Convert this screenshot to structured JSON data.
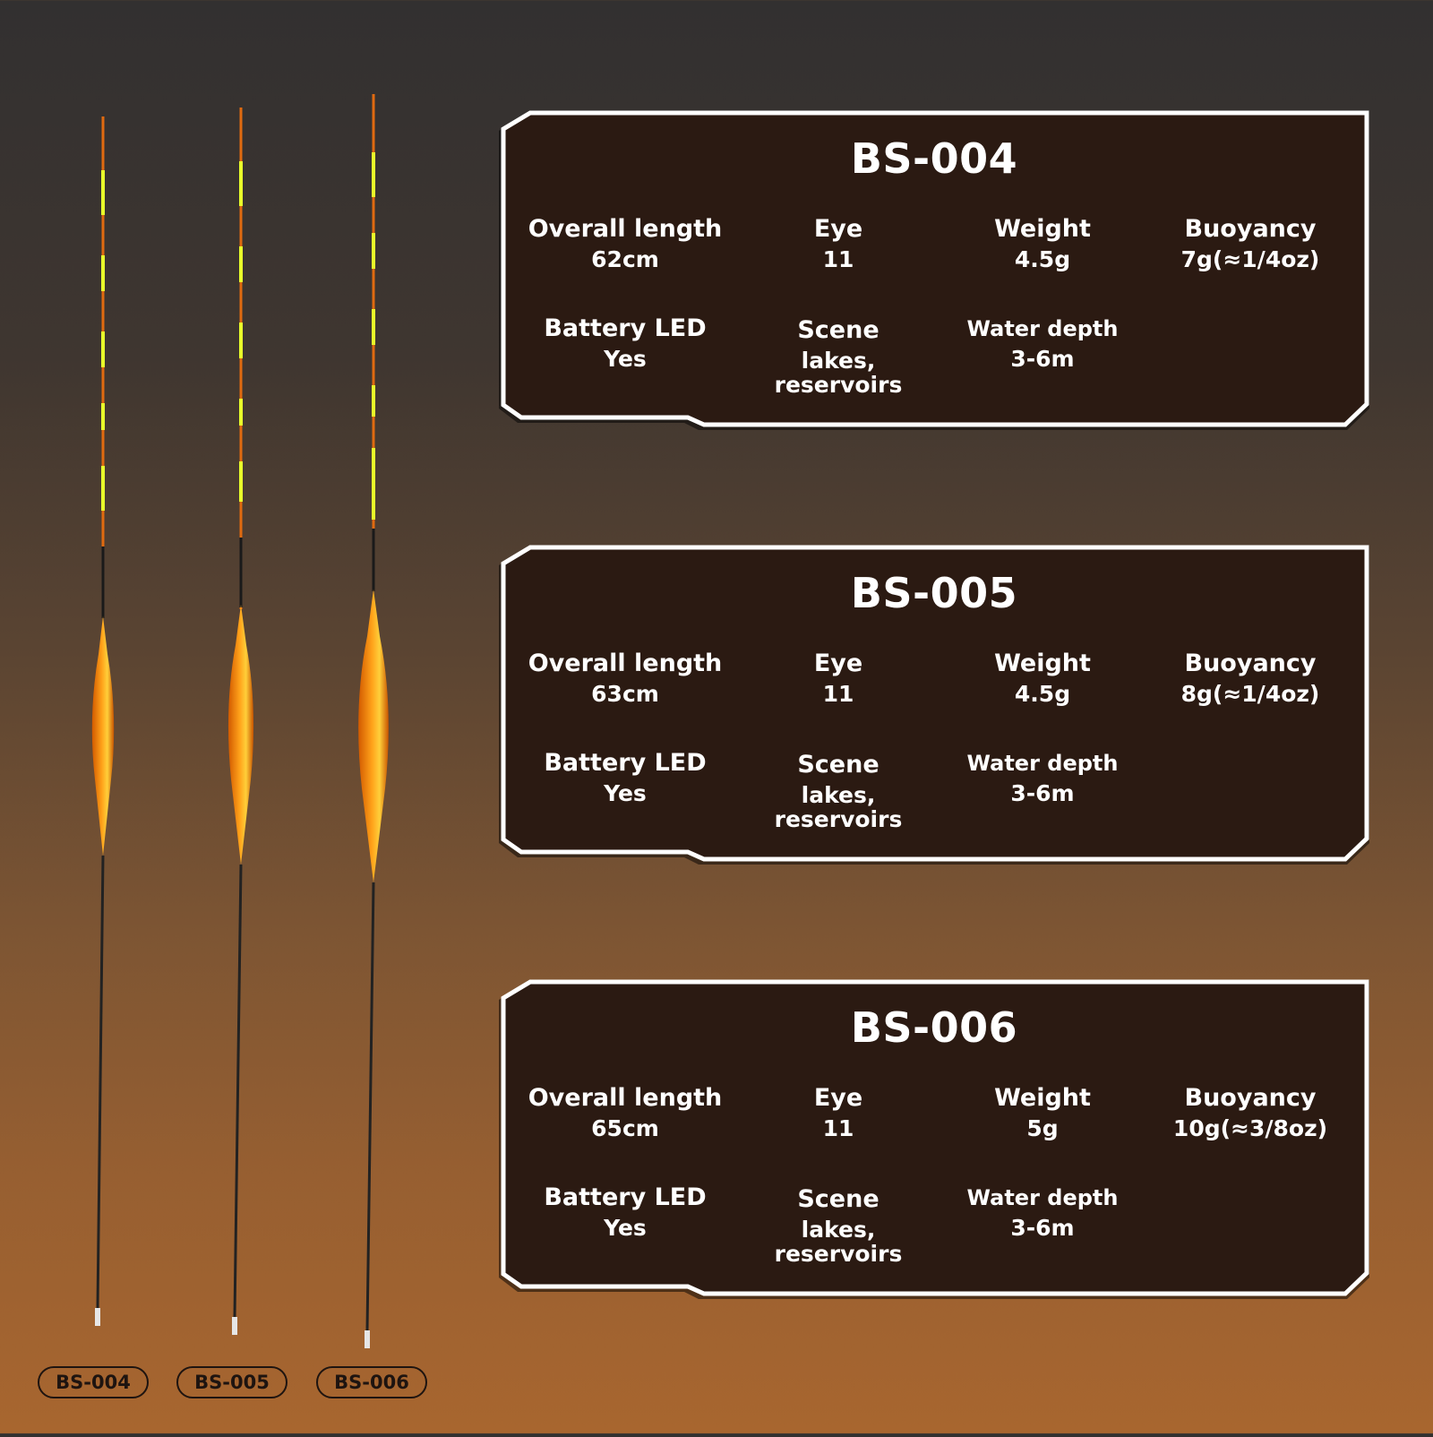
{
  "products": [
    {
      "model": "BS-004",
      "specs": {
        "overall_length": {
          "label": "Overall length",
          "value": "62cm"
        },
        "eye": {
          "label": "Eye",
          "value": "11"
        },
        "weight": {
          "label": "Weight",
          "value": "4.5g"
        },
        "buoyancy": {
          "label": "Buoyancy",
          "value": "7g(≈1/4oz)"
        },
        "battery_led": {
          "label": "Battery LED",
          "value": "Yes"
        },
        "scene": {
          "label": "Scene",
          "value_line1": "lakes,",
          "value_line2": "reservoirs"
        },
        "water_depth": {
          "label": "Water depth",
          "value": "3-6m"
        }
      }
    },
    {
      "model": "BS-005",
      "specs": {
        "overall_length": {
          "label": "Overall length",
          "value": "63cm"
        },
        "eye": {
          "label": "Eye",
          "value": "11"
        },
        "weight": {
          "label": "Weight",
          "value": "4.5g"
        },
        "buoyancy": {
          "label": "Buoyancy",
          "value": "8g(≈1/4oz)"
        },
        "battery_led": {
          "label": "Battery LED",
          "value": "Yes"
        },
        "scene": {
          "label": "Scene",
          "value_line1": "lakes,",
          "value_line2": "reservoirs"
        },
        "water_depth": {
          "label": "Water depth",
          "value": "3-6m"
        }
      }
    },
    {
      "model": "BS-006",
      "specs": {
        "overall_length": {
          "label": "Overall length",
          "value": "65cm"
        },
        "eye": {
          "label": "Eye",
          "value": "11"
        },
        "weight": {
          "label": "Weight",
          "value": "5g"
        },
        "buoyancy": {
          "label": "Buoyancy",
          "value": "10g(≈3/8oz)"
        },
        "battery_led": {
          "label": "Battery LED",
          "value": "Yes"
        },
        "scene": {
          "label": "Scene",
          "value_line1": "lakes,",
          "value_line2": "reservoirs"
        },
        "water_depth": {
          "label": "Water depth",
          "value": "3-6m"
        }
      }
    }
  ],
  "float_labels": [
    "BS-004",
    "BS-005",
    "BS-006"
  ],
  "colors": {
    "panel_fill": "#2b1a12",
    "panel_border": "#ffffff",
    "float_body": "#ff8a00",
    "float_tip_stripe": "#e8ff2a"
  }
}
